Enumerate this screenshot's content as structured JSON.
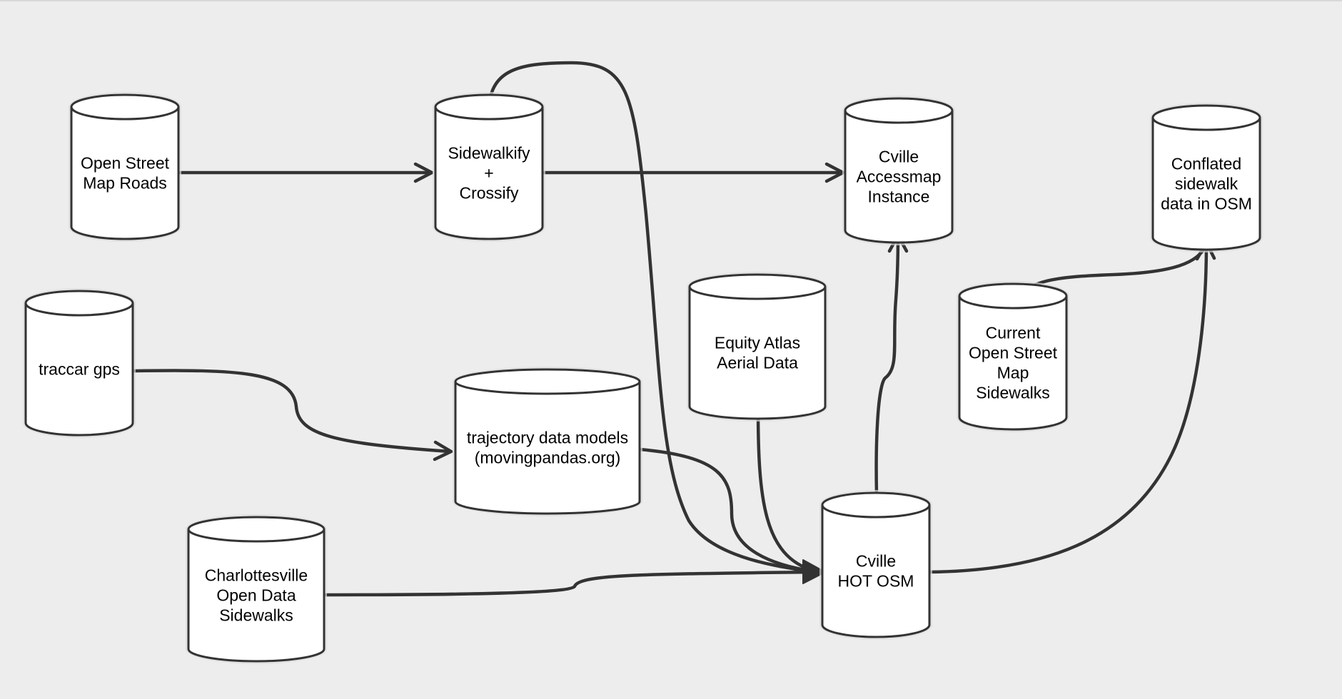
{
  "nodes": {
    "osm_roads": {
      "lines": [
        "Open Street",
        "Map Roads"
      ]
    },
    "sidewalkify": {
      "lines": [
        "Sidewalkify",
        "+",
        "Crossify"
      ]
    },
    "accessmap": {
      "lines": [
        "Cville",
        "Accessmap",
        "Instance"
      ]
    },
    "conflated": {
      "lines": [
        "Conflated",
        "sidewalk",
        "data in OSM"
      ]
    },
    "traccar": {
      "lines": [
        "traccar gps"
      ]
    },
    "trajectory": {
      "lines": [
        "trajectory data models",
        "(movingpandas.org)"
      ]
    },
    "equity_atlas": {
      "lines": [
        "Equity Atlas",
        "Aerial Data"
      ]
    },
    "current_osm": {
      "lines": [
        "Current",
        "Open Street",
        "Map",
        "Sidewalks"
      ]
    },
    "charlottesville": {
      "lines": [
        "Charlottesville",
        "Open Data",
        "Sidewalks"
      ]
    },
    "hot_osm": {
      "lines": [
        "Cville",
        "HOT OSM"
      ]
    }
  },
  "edges": [
    {
      "from": "osm_roads",
      "to": "sidewalkify",
      "arrow": "open"
    },
    {
      "from": "sidewalkify",
      "to": "accessmap",
      "arrow": "open"
    },
    {
      "from": "sidewalkify",
      "to": "hot_osm",
      "arrow": "solid"
    },
    {
      "from": "traccar",
      "to": "trajectory",
      "arrow": "open"
    },
    {
      "from": "trajectory",
      "to": "hot_osm",
      "arrow": "solid"
    },
    {
      "from": "equity_atlas",
      "to": "hot_osm",
      "arrow": "solid"
    },
    {
      "from": "charlottesville",
      "to": "hot_osm",
      "arrow": "solid"
    },
    {
      "from": "hot_osm",
      "to": "accessmap",
      "arrow": "open"
    },
    {
      "from": "hot_osm",
      "to": "conflated",
      "arrow": "open"
    },
    {
      "from": "current_osm",
      "to": "conflated",
      "arrow": "open"
    }
  ],
  "colors": {
    "background": "#ededed",
    "stroke": "#333333",
    "node_fill": "#ffffff",
    "text": "#000000"
  }
}
